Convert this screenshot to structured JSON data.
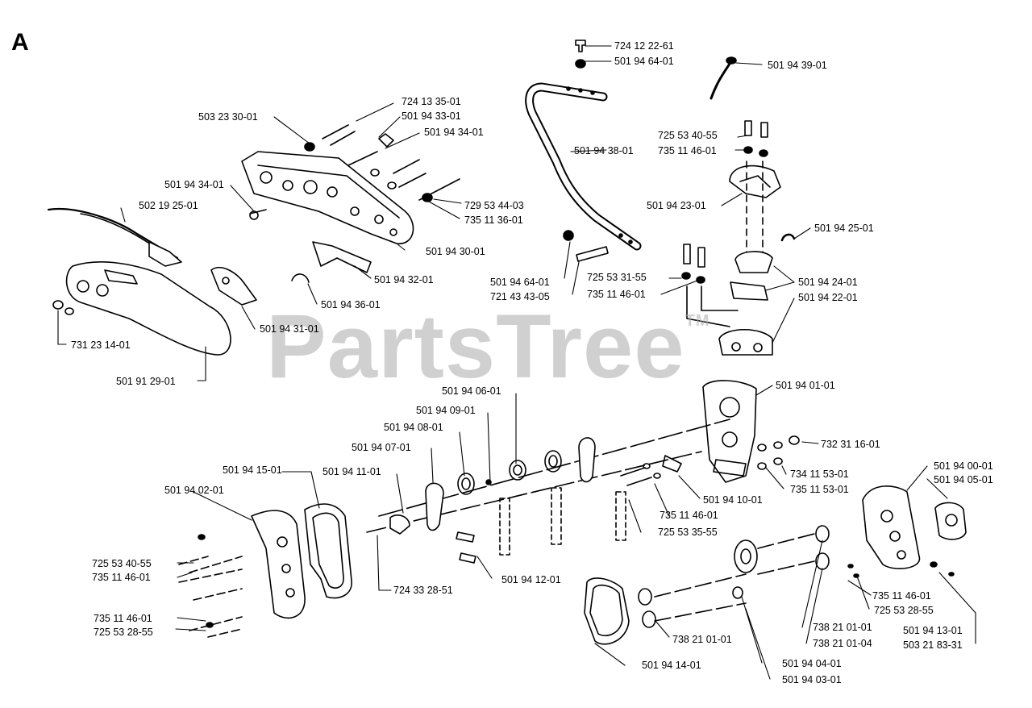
{
  "section_letter": "A",
  "watermark": {
    "text": "PartsTree",
    "mark": "TM"
  },
  "part_labels": [
    "724 12 22-61",
    "501 94 64-01",
    "501 94 39-01",
    "503 23 30-01",
    "724 13 35-01",
    "501 94 33-01",
    "501 94 34-01",
    "501 94 38-01",
    "725 53 40-55",
    "735 11 46-01",
    "501 94 34-01",
    "502 19 25-01",
    "729 53 44-03",
    "735 11 36-01",
    "501 94 23-01",
    "501 94 30-01",
    "501 94 25-01",
    "501 94 32-01",
    "501 94 64-01",
    "725 53 31-55",
    "721 43 43-05",
    "735 11 46-01",
    "501 94 24-01",
    "501 94 22-01",
    "501 94 36-01",
    "501 94 31-01",
    "731 23 14-01",
    "501 91 29-01",
    "501 94 06-01",
    "501 94 01-01",
    "501 94 09-01",
    "501 94 08-01",
    "501 94 07-01",
    "732 31 16-01",
    "501 94 15-01",
    "501 94 11-01",
    "734 11 53-01",
    "735 11 53-01",
    "501 94 02-01",
    "501 94 10-01",
    "735 11 46-01",
    "501 94 00-01",
    "501 94 05-01",
    "725 53 35-55",
    "725 53 40-55",
    "735 11 46-01",
    "501 94 12-01",
    "724 33 28-51",
    "735 11 46-01",
    "725 53 28-55",
    "735 11 46-01",
    "725 53 28-55",
    "738 21 01-01",
    "738 21 01-04",
    "501 94 13-01",
    "503 21 83-31",
    "738 21 01-01",
    "501 94 14-01",
    "501 94 04-01",
    "501 94 03-01"
  ],
  "colors": {
    "ink": "#000000",
    "watermark": "#aaaaaa",
    "background": "#ffffff"
  }
}
